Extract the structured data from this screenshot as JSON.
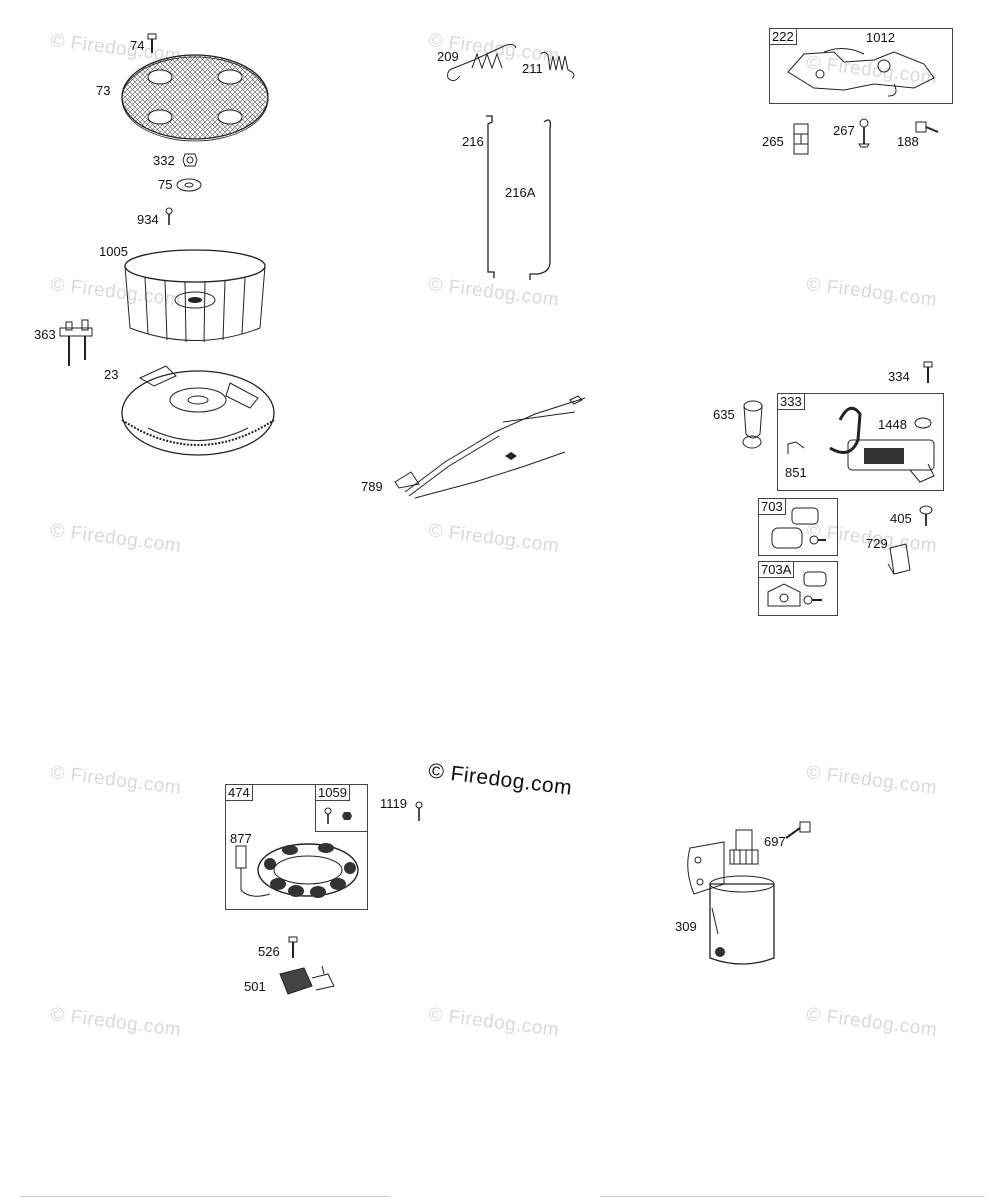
{
  "watermark_text": "© Firedog.com",
  "center_watermark_text": "© Firedog.com",
  "watermarks": [
    {
      "id": "wm-1",
      "text": "© Firedog.com"
    },
    {
      "id": "wm-2",
      "text": "© Firedog.com"
    },
    {
      "id": "wm-3",
      "text": "© Firedog.com"
    },
    {
      "id": "wm-4",
      "text": "© Firedog.com"
    },
    {
      "id": "wm-5",
      "text": "© Firedog.com"
    },
    {
      "id": "wm-6",
      "text": "© Firedog.com"
    },
    {
      "id": "wm-7",
      "text": "© Firedog.com"
    },
    {
      "id": "wm-8",
      "text": "© Firedog.com"
    },
    {
      "id": "wm-9",
      "text": "© Firedog.com"
    },
    {
      "id": "wm-10",
      "text": "© Firedog.com"
    },
    {
      "id": "wm-11",
      "text": "© Firedog.com"
    },
    {
      "id": "wm-12",
      "text": "© Firedog.com"
    },
    {
      "id": "wm-13",
      "text": "© Firedog.com"
    },
    {
      "id": "wm-14",
      "text": "© Firedog.com"
    }
  ],
  "part_labels": {
    "p74": "74",
    "p73": "73",
    "p332": "332",
    "p75": "75",
    "p934": "934",
    "p1005": "1005",
    "p363": "363",
    "p23": "23",
    "p209": "209",
    "p211": "211",
    "p216": "216",
    "p216A": "216A",
    "p789": "789",
    "p1012": "1012",
    "p265": "265",
    "p267": "267",
    "p188": "188",
    "p334": "334",
    "p635": "635",
    "p1448": "1448",
    "p851": "851",
    "p405": "405",
    "p729": "729",
    "p1119": "1119",
    "p877": "877",
    "p526": "526",
    "p501": "501",
    "p697": "697",
    "p309": "309"
  },
  "kit_boxes": {
    "b222": "222",
    "b333": "333",
    "b703": "703",
    "b703A": "703A",
    "b474": "474",
    "b1059": "1059"
  },
  "colors": {
    "line": "#222222",
    "watermark": "#d9d9d9"
  }
}
